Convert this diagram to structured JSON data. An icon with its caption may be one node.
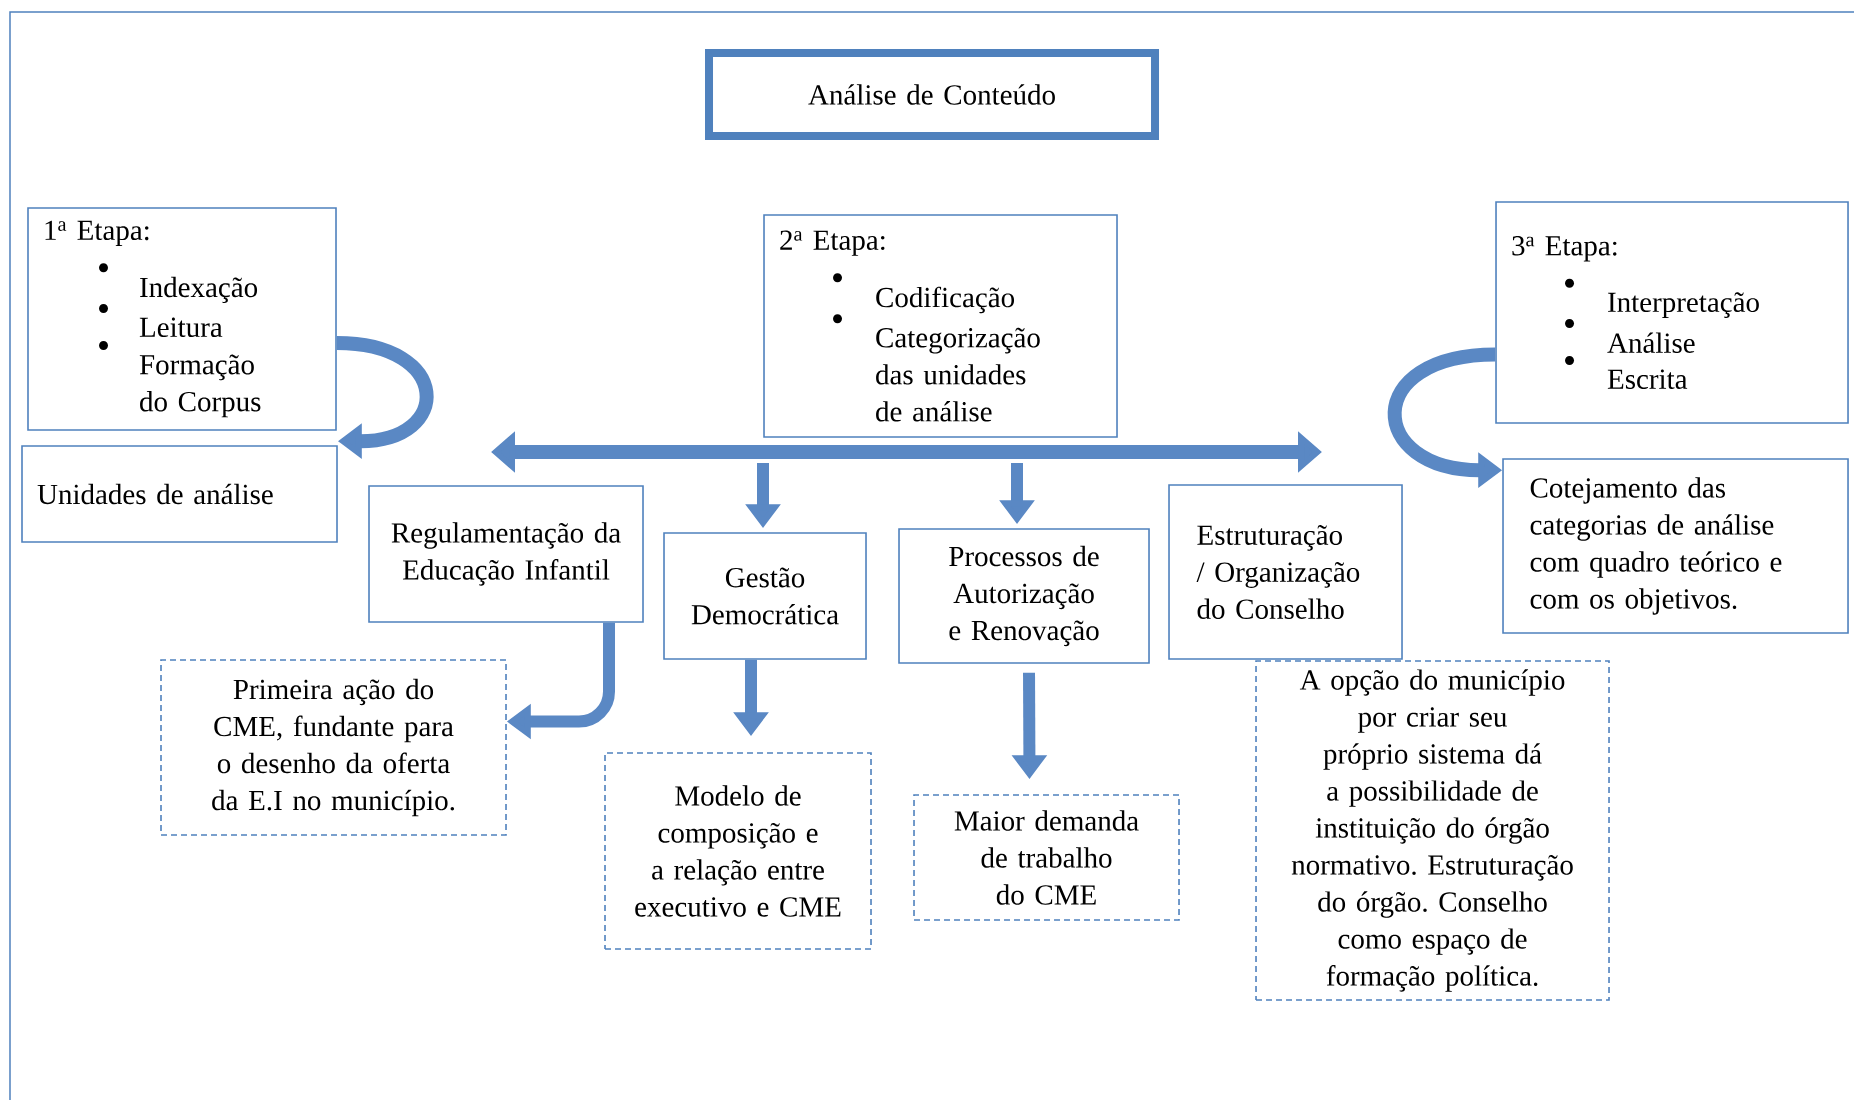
{
  "diagram": {
    "nodes": [
      {
        "text": [
          "Análise de Conteúdo"
        ]
      },
      {
        "text": [
          "1$^{a}$ Etapa:",
          "Indexação",
          "Leitura",
          "Formação do Corpus"
        ]
      },
      {
        "text": [
          "Unidades de análise"
        ]
      },
      {
        "text": [
          "2$^{a}$ Etapa:",
          "Codificação",
          "Categorização das unidades de análise"
        ]
      },
      {
        "text": [
          "3$^{a}$ Etapa:",
          "Interpretação",
          "Análise",
          "Escrita"
        ]
      },
      {
        "text": [
          "Cotejamento das categorias de análise com quadro teórico e com os objetivos."
        ]
      },
      {
        "text": [
          "Regulamentação da Educação Infantil"
        ]
      },
      {
        "text": [
          "Gestão Democrática"
        ]
      },
      {
        "text": [
          "Processos de Autorização e Renovação"
        ]
      },
      {
        "text": [
          "Estruturação / Organização do Conselho"
        ]
      },
      {
        "text": [
          "Primeira ação do CME, fundante para o desenho da oferta da E.I no município."
        ]
      },
      {
        "text": [
          "Modelo de composição e a relação entre executivo e CME"
        ]
      },
      {
        "text": [
          "Maior demanda de trabalho do CME"
        ]
      },
      {
        "text": [
          "A opção do município por criar seu próprio sistema dá a possibilidade de instituição do órgão normativo. Estruturação do órgão. Conselho como espaço de formação política."
        ]
      }
    ],
    "edges": [
      {
        "from": 1,
        "to": 2,
        "arrow": "to"
      },
      {
        "from": 4,
        "to": 5,
        "arrow": "to"
      },
      {
        "from": null,
        "to": 7,
        "arrow": "to"
      },
      {
        "from": null,
        "to": 8,
        "arrow": "to"
      },
      {
        "from": 6,
        "to": 10,
        "arrow": "to"
      },
      {
        "from": 7,
        "to": 11,
        "arrow": "to"
      },
      {
        "from": 8,
        "to": 12,
        "arrow": "to"
      }
    ]
  }
}
